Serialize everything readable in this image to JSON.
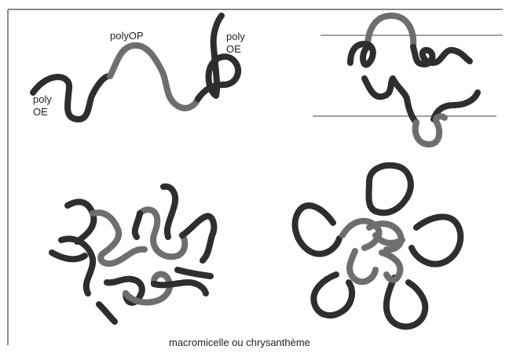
{
  "labels": {
    "poly_left_1": "poly",
    "poly_left_2": "OE",
    "polyop": "polyOP",
    "poly_right_1": "poly",
    "poly_right_2": "OE",
    "caption": "macromicelle ou chrysanthème"
  },
  "colors": {
    "peo_dark": "#2e2e2e",
    "ppo_grey": "#6e6e6e",
    "frame": "#444444",
    "background": "#ffffff"
  }
}
